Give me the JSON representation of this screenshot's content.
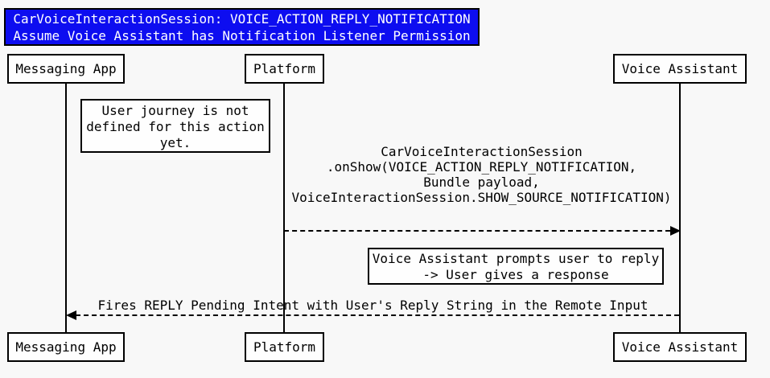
{
  "title": {
    "line1": "CarVoiceInteractionSession: VOICE_ACTION_REPLY_NOTIFICATION",
    "line2": "Assume Voice Assistant has Notification Listener Permission",
    "bg_color": "#0d0df0",
    "text_color": "#ffffff"
  },
  "participants": [
    {
      "name": "Messaging App"
    },
    {
      "name": "Platform"
    },
    {
      "name": "Voice Assistant"
    }
  ],
  "notes": [
    {
      "lines": [
        "User journey is not",
        "defined for this action",
        "yet."
      ]
    },
    {
      "lines": [
        "Voice Assistant prompts user to reply",
        "-> User gives a response"
      ]
    }
  ],
  "messages": [
    {
      "from": "Platform",
      "to": "Voice Assistant",
      "style": "dashed",
      "direction": "right",
      "lines": [
        "CarVoiceInteractionSession",
        ".onShow(VOICE_ACTION_REPLY_NOTIFICATION,",
        "Bundle payload,",
        "VoiceInteractionSession.SHOW_SOURCE_NOTIFICATION)"
      ]
    },
    {
      "from": "Voice Assistant",
      "to": "Messaging App",
      "style": "dashed",
      "direction": "left",
      "lines": [
        "Fires REPLY Pending Intent with User's Reply String in the Remote Input"
      ]
    }
  ],
  "colors": {
    "background": "#f8f8f8",
    "box_border": "#000000",
    "box_fill": "#fefefe",
    "line": "#000000"
  }
}
